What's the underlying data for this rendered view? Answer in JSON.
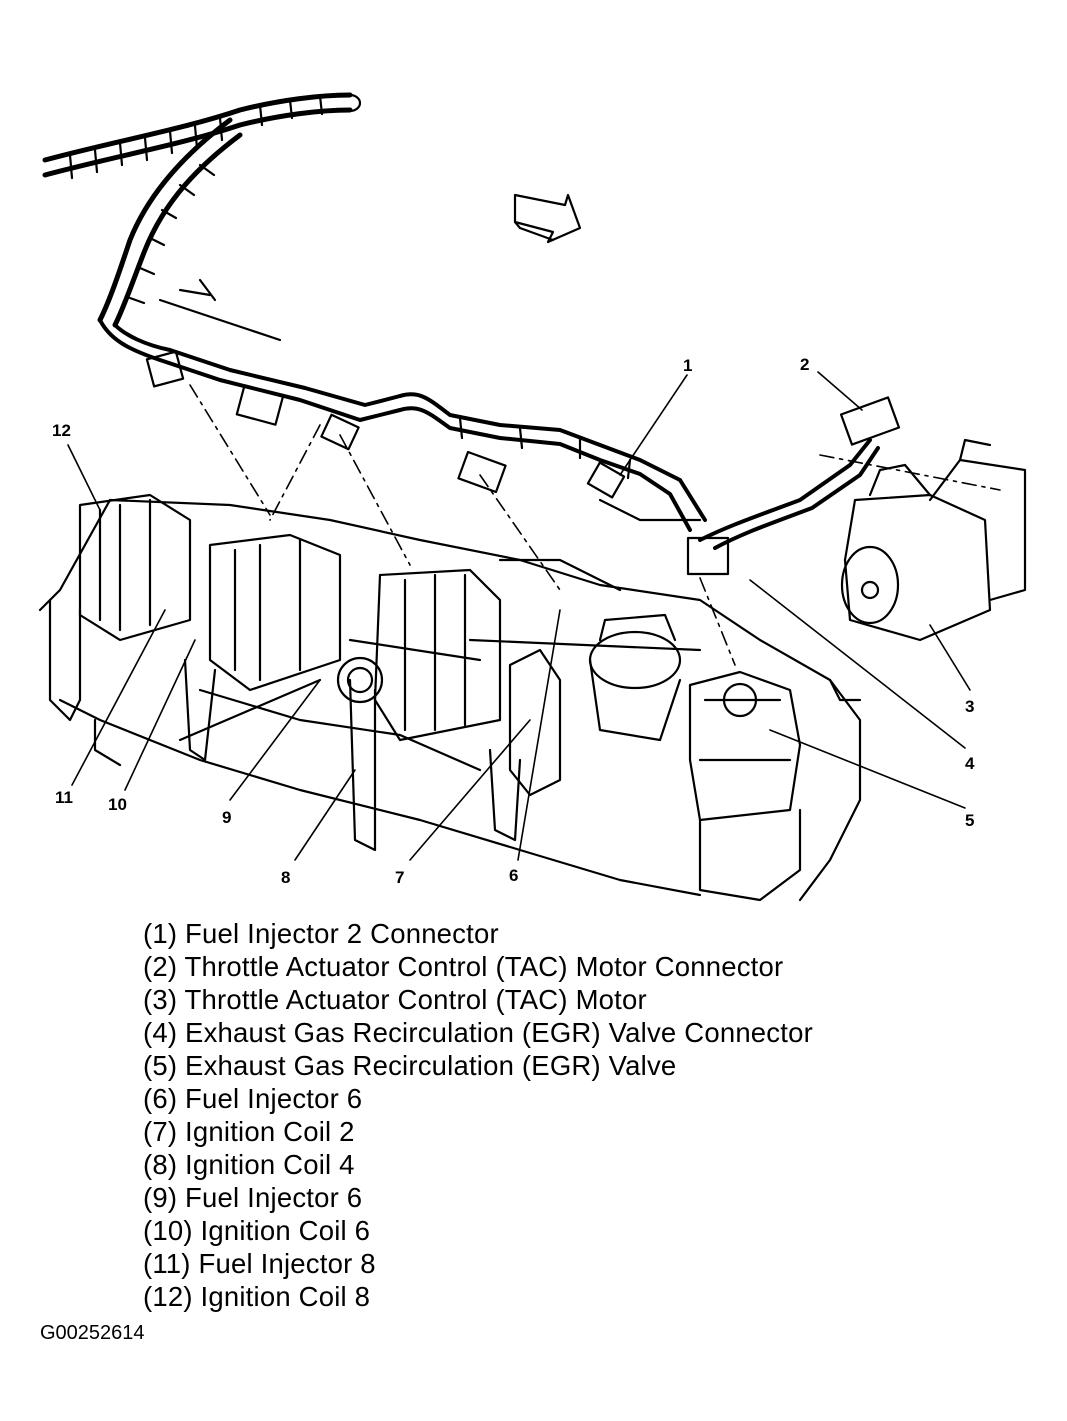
{
  "callouts": [
    "1",
    "2",
    "3",
    "4",
    "5",
    "6",
    "7",
    "8",
    "9",
    "10",
    "11",
    "12"
  ],
  "legend": [
    "(1) Fuel Injector 2 Connector",
    "(2) Throttle Actuator Control (TAC) Motor Connector",
    "(3) Throttle Actuator Control (TAC) Motor",
    "(4) Exhaust Gas Recirculation (EGR) Valve Connector",
    "(5) Exhaust Gas Recirculation (EGR) Valve",
    "(6) Fuel Injector 6",
    "(7) Ignition Coil 2",
    "(8) Ignition Coil 4",
    "(9) Fuel Injector 6",
    "(10) Ignition Coil 6",
    "(11) Fuel Injector 8",
    "(12) Ignition Coil 8"
  ],
  "figure_id": "G00252614"
}
